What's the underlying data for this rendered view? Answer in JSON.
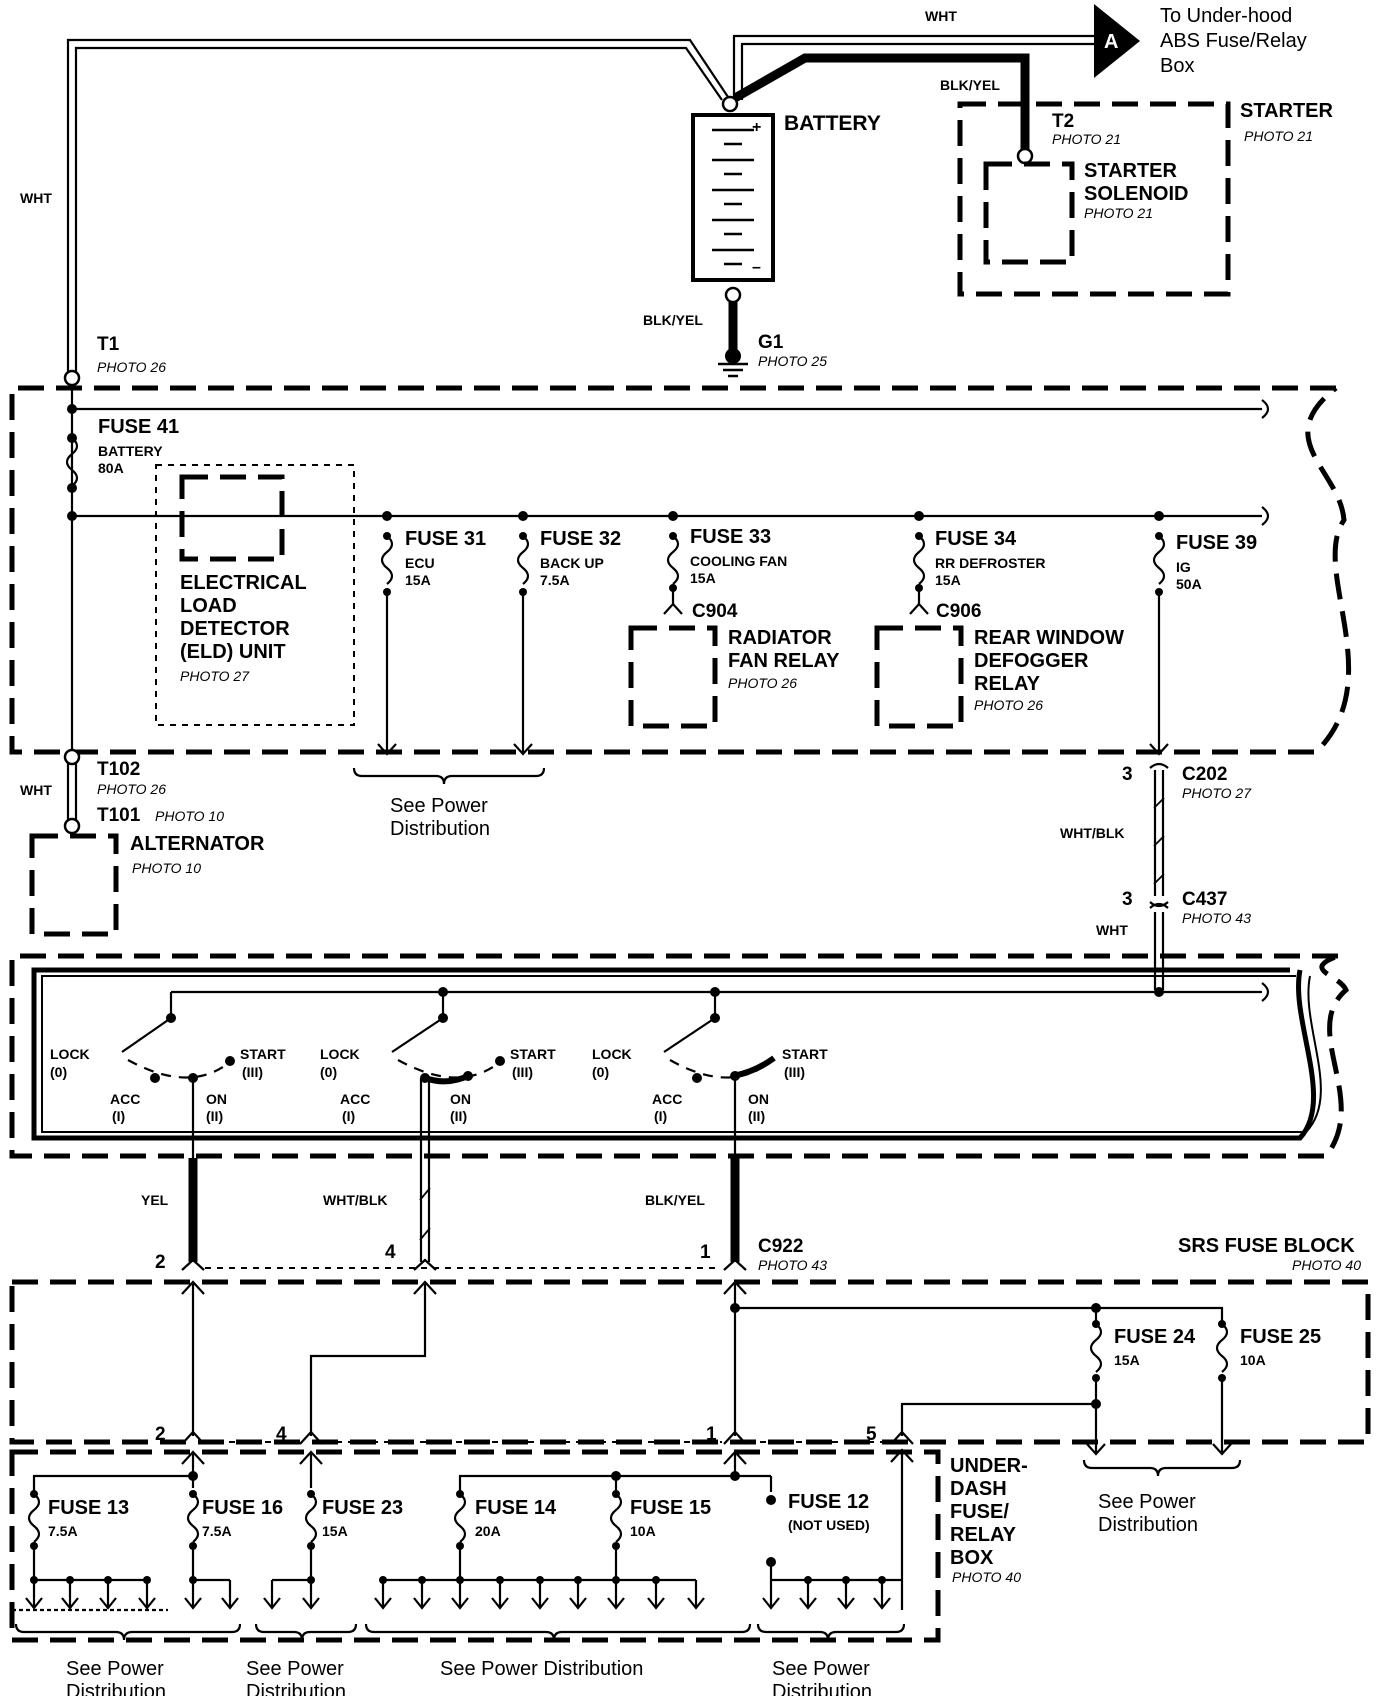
{
  "wire_colors": {
    "wht": "WHT",
    "blk_yel": "BLK/YEL",
    "wht_blk": "WHT/BLK",
    "yel": "YEL"
  },
  "connector_a": {
    "letter": "A",
    "text_1": "To Under-hood",
    "text_2": "ABS Fuse/Relay",
    "text_3": "Box"
  },
  "battery": {
    "label": "BATTERY",
    "plus": "+",
    "minus": "–"
  },
  "starter": {
    "title": "STARTER",
    "photo": "PHOTO 21",
    "t2": "T2",
    "t2_photo": "PHOTO 21",
    "solenoid_1": "STARTER",
    "solenoid_2": "SOLENOID",
    "solenoid_photo": "PHOTO 21"
  },
  "ground": {
    "label": "G1",
    "photo": "PHOTO 25"
  },
  "t1": {
    "label": "T1",
    "photo": "PHOTO 26"
  },
  "fuse41": {
    "name": "FUSE 41",
    "desc": "BATTERY",
    "amp": "80A"
  },
  "eld": {
    "line1": "ELECTRICAL",
    "line2": "LOAD",
    "line3": "DETECTOR",
    "line4": "(ELD) UNIT",
    "photo": "PHOTO 27"
  },
  "fuses_top": [
    {
      "name": "FUSE 31",
      "desc": "ECU",
      "amp": "15A"
    },
    {
      "name": "FUSE 32",
      "desc": "BACK UP",
      "amp": "7.5A"
    },
    {
      "name": "FUSE 33",
      "desc": "COOLING FAN",
      "amp": "15A"
    },
    {
      "name": "FUSE 34",
      "desc": "RR DEFROSTER",
      "amp": "15A"
    },
    {
      "name": "FUSE 39",
      "desc": "IG",
      "amp": "50A"
    }
  ],
  "c904": "C904",
  "c906": "C906",
  "radiator_relay": {
    "line1": "RADIATOR",
    "line2": "FAN RELAY",
    "photo": "PHOTO 26"
  },
  "defogger_relay": {
    "line1": "REAR WINDOW",
    "line2": "DEFOGGER",
    "line3": "RELAY",
    "photo": "PHOTO 26"
  },
  "see_power": {
    "line1": "See Power",
    "line2": "Distribution"
  },
  "see_power_one_line": "See Power Distribution",
  "t102": {
    "label": "T102",
    "photo": "PHOTO 26"
  },
  "t101": {
    "label": "T101",
    "photo": "PHOTO 10"
  },
  "alternator": {
    "label": "ALTERNATOR",
    "photo": "PHOTO 10"
  },
  "c202": {
    "label": "C202",
    "photo": "PHOTO 27",
    "pin": "3"
  },
  "c437": {
    "label": "C437",
    "photo": "PHOTO 43",
    "pin": "3"
  },
  "ignition": {
    "lock": "LOCK",
    "lock_pos": "(0)",
    "start": "START",
    "start_pos": "(III)",
    "acc": "ACC",
    "acc_pos": "(I)",
    "on": "ON",
    "on_pos": "(II)"
  },
  "c922": {
    "label": "C922",
    "photo": "PHOTO 43"
  },
  "srs": {
    "title": "SRS FUSE BLOCK",
    "photo": "PHOTO 40"
  },
  "pins": {
    "p1": "1",
    "p2": "2",
    "p4": "4",
    "p5": "5"
  },
  "fuse24": {
    "name": "FUSE 24",
    "amp": "15A"
  },
  "fuse25": {
    "name": "FUSE 25",
    "amp": "10A"
  },
  "underdash": {
    "line1": "UNDER-",
    "line2": "DASH",
    "line3": "FUSE/",
    "line4": "RELAY",
    "line5": "BOX",
    "photo": "PHOTO 40"
  },
  "fuses_bottom": [
    {
      "name": "FUSE 13",
      "amp": "7.5A"
    },
    {
      "name": "FUSE 16",
      "amp": "7.5A"
    },
    {
      "name": "FUSE 23",
      "amp": "15A"
    },
    {
      "name": "FUSE 14",
      "amp": "20A"
    },
    {
      "name": "FUSE 15",
      "amp": "10A"
    },
    {
      "name": "FUSE 12",
      "amp": "(NOT USED)"
    }
  ]
}
